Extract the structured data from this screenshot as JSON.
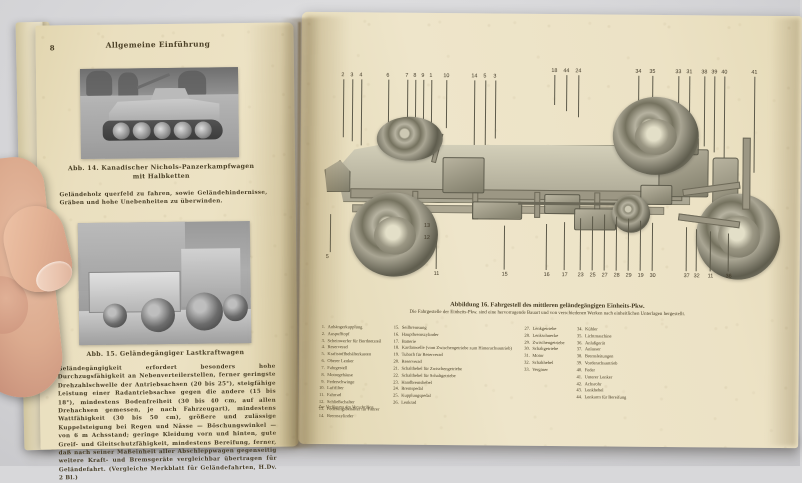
{
  "scene": {
    "description": "photograph-of-open-book",
    "background_color": "#d8d8da",
    "paper_color": "#eadfbf",
    "ink_color": "#463c24"
  },
  "left_page": {
    "page_number": "8",
    "running_head": "Allgemeine Einführung",
    "figure_14": {
      "image_alt": "Kanadischer Nichols-Panzerkampfwagen mit Halbketten",
      "caption_line1": "Abb. 14.  Kanadischer Nichols-Panzerkampfwagen",
      "caption_line2": "mit Halbketten"
    },
    "paragraph_1": "Geländeholz querfeld zu fahren, sowie Geländehindernisse, Gräben und hohe Uneben­heiten zu überwinden.",
    "figure_15": {
      "image_alt": "Geländegängiger Lastkraftwagen",
      "caption": "Abb. 15.  Geländegängiger Lastkraftwagen"
    },
    "paragraph_2": "Geländegängigkeit erfordert besonders hohe Durchzugsfähigkeit an Nebenverteilerstellen, ferner geringste Drehzahlschwelle der Antriebsachsen (20 bis 25°), steigfähige Leistung einer Radantriebsachse gegen die andere (15 bis 18°), mindestens Bodenfreiheit (30 bis 40 cm, auf allen Drehachsen gemessen, je nach Fahrzeugart), mindestens Wattfähigkeit (30 bis 50 cm), größere und zulässige Kuppelsteigung bei Regen und Nässe — Böschungswinkel — von 6 m Achsstand; geringe Kleidung vorn und hinten, gute Greif- und Gleitschutzfähigkeit, mindestens Bereifung, ferner, daß nach seiner Maßeinheit aller Abschleppwagen gegenseitig weitere Kraft- und Bremsgeräte vergleichbar übertragen für Geländefahrt. (Vergleiche Merkblatt für Geländefahrten, H.Dv. 2 Bl.)"
  },
  "right_page": {
    "figure_16": {
      "caption_title": "Abbildung 16.  Fahrgestell des mittleren geländegängigen Einheits-Pkw.",
      "caption_subtitle": "Die Fahrgestelle der Einheits-Pkw. sind eine hervorragende Bauart und von verschiedenen Werken nach einheitlichen Unterlagen hergestellt.",
      "footnote": "Zur Verfügung der Vorschriften.",
      "callout_numbers_top_left": [
        "2",
        "3",
        "4",
        "6",
        "7",
        "8",
        "9",
        "1",
        "10",
        "14",
        "5",
        "3"
      ],
      "callout_numbers_top_right": [
        "18",
        "44",
        "24",
        "34",
        "35",
        "33",
        "31",
        "38",
        "39",
        "40",
        "41"
      ],
      "callout_numbers_bottom_left": [
        "5",
        "11",
        "13",
        "12"
      ],
      "callout_numbers_bottom_right": [
        "11",
        "15",
        "16",
        "17",
        "23",
        "25",
        "27",
        "28",
        "29",
        "19",
        "30",
        "37",
        "32",
        "11",
        "36"
      ],
      "legend_columns": [
        [
          {
            "n": "1.",
            "t": "Anhängerkupplung"
          },
          {
            "n": "2.",
            "t": "Auspufftopf"
          },
          {
            "n": "3.",
            "t": "Scheinwerfer für Bordnetzteil"
          },
          {
            "n": "4.",
            "t": "Reserverad"
          },
          {
            "n": "5.",
            "t": "Kraftstoffbehälterkasten"
          },
          {
            "n": "6.",
            "t": "Oberer Lenker"
          },
          {
            "n": "7.",
            "t": "Fahrgestell"
          },
          {
            "n": "8.",
            "t": "Motorgehäuse"
          },
          {
            "n": "9.",
            "t": "Federschwinge"
          },
          {
            "n": "10.",
            "t": "Luftfilter"
          },
          {
            "n": "11.",
            "t": "Fahrrad"
          },
          {
            "n": "12.",
            "t": "Schließschalter"
          },
          {
            "n": "13.",
            "t": "Federungsbehälter für Fahrer"
          },
          {
            "n": "14.",
            "t": "Bremszylinder"
          }
        ],
        [
          {
            "n": "15.",
            "t": "Seilbremsung"
          },
          {
            "n": "16.",
            "t": "Hauptbremszylinder"
          },
          {
            "n": "17.",
            "t": "Batterie"
          },
          {
            "n": "18.",
            "t": "Kardanwelle (vom Zwischengetriebe zum Hinterachsantrieb)"
          },
          {
            "n": "19.",
            "t": "Tubach für Reserverad"
          },
          {
            "n": "20.",
            "t": "Reserverad"
          },
          {
            "n": "21.",
            "t": "Schalthebel für Zwischengetriebe"
          },
          {
            "n": "22.",
            "t": "Schalthebel für Schaltgetriebe"
          },
          {
            "n": "23.",
            "t": "Handbremshebel"
          },
          {
            "n": "24.",
            "t": "Bremspedal"
          },
          {
            "n": "25.",
            "t": "Kupplungspedal"
          },
          {
            "n": "26.",
            "t": "Lenkrad"
          }
        ],
        [
          {
            "n": "27.",
            "t": "Lenkgetriebe"
          },
          {
            "n": "28.",
            "t": "Lenkschnecke"
          },
          {
            "n": "29.",
            "t": "Zwischengetriebe"
          },
          {
            "n": "30.",
            "t": "Schaltgetriebe"
          },
          {
            "n": "31.",
            "t": "Motor"
          },
          {
            "n": "32.",
            "t": "Schalthebel"
          },
          {
            "n": "33.",
            "t": "Vergaser"
          }
        ],
        [
          {
            "n": "34.",
            "t": "Kühler"
          },
          {
            "n": "35.",
            "t": "Lichtmaschine"
          },
          {
            "n": "36.",
            "t": "Anlaßgerät"
          },
          {
            "n": "37.",
            "t": "Anlasser"
          },
          {
            "n": "38.",
            "t": "Bremsleitungen"
          },
          {
            "n": "39.",
            "t": "Vorderachsantrieb"
          },
          {
            "n": "40.",
            "t": "Feder"
          },
          {
            "n": "41.",
            "t": "Unterer Lenker"
          },
          {
            "n": "42.",
            "t": "Achsrohr"
          },
          {
            "n": "43.",
            "t": "Lenkhebel"
          },
          {
            "n": "44.",
            "t": "Lenkarm für Bereifung"
          }
        ]
      ]
    }
  }
}
